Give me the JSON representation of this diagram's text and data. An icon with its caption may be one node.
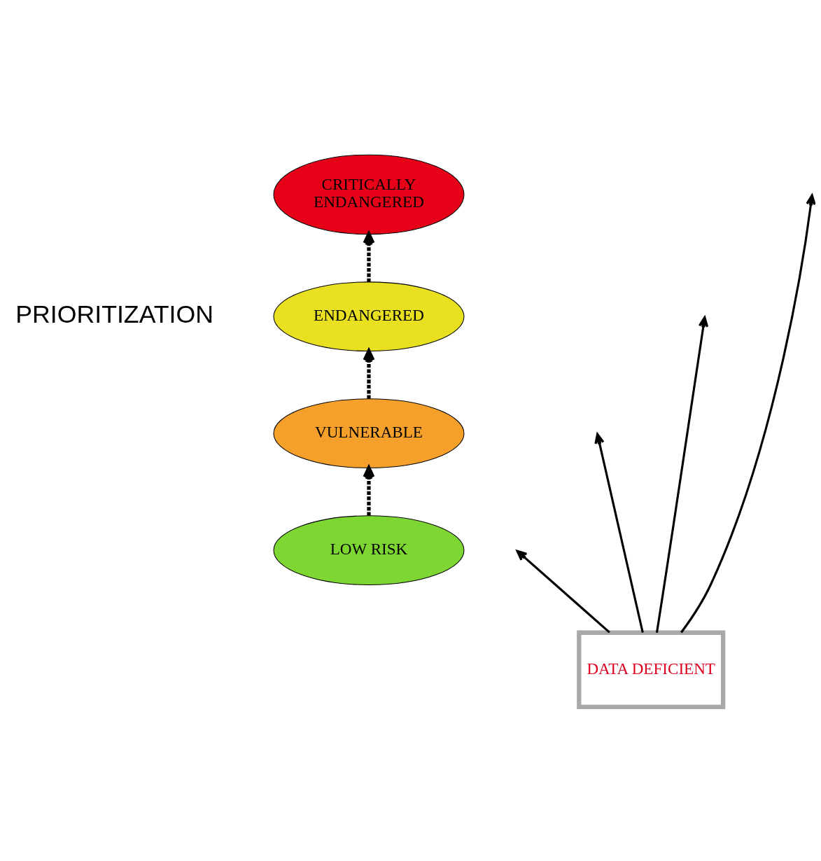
{
  "diagram": {
    "nodes": [
      {
        "text": [
          "CRITICALLY ENDANGERED"
        ]
      },
      {
        "text": [
          "ENDANGERED"
        ]
      },
      {
        "text": [
          "VULNERABLE"
        ]
      },
      {
        "text": [
          "LOW RISK"
        ]
      },
      {
        "text": [
          "DATA DEFICIENT"
        ]
      }
    ],
    "edges": [
      {
        "from": 3,
        "to": 2,
        "arrow": "to",
        "style": "dashed"
      },
      {
        "from": 2,
        "to": 1,
        "arrow": "to",
        "style": "dashed"
      },
      {
        "from": 1,
        "to": 0,
        "arrow": "to",
        "style": "dashed"
      },
      {
        "from": 4,
        "to": null,
        "arrow": "to"
      },
      {
        "from": 4,
        "to": null,
        "arrow": "to"
      },
      {
        "from": 4,
        "to": null,
        "arrow": "to"
      },
      {
        "from": 4,
        "to": null,
        "arrow": "to"
      }
    ],
    "labels": [
      "PRIORITIZATION"
    ]
  }
}
